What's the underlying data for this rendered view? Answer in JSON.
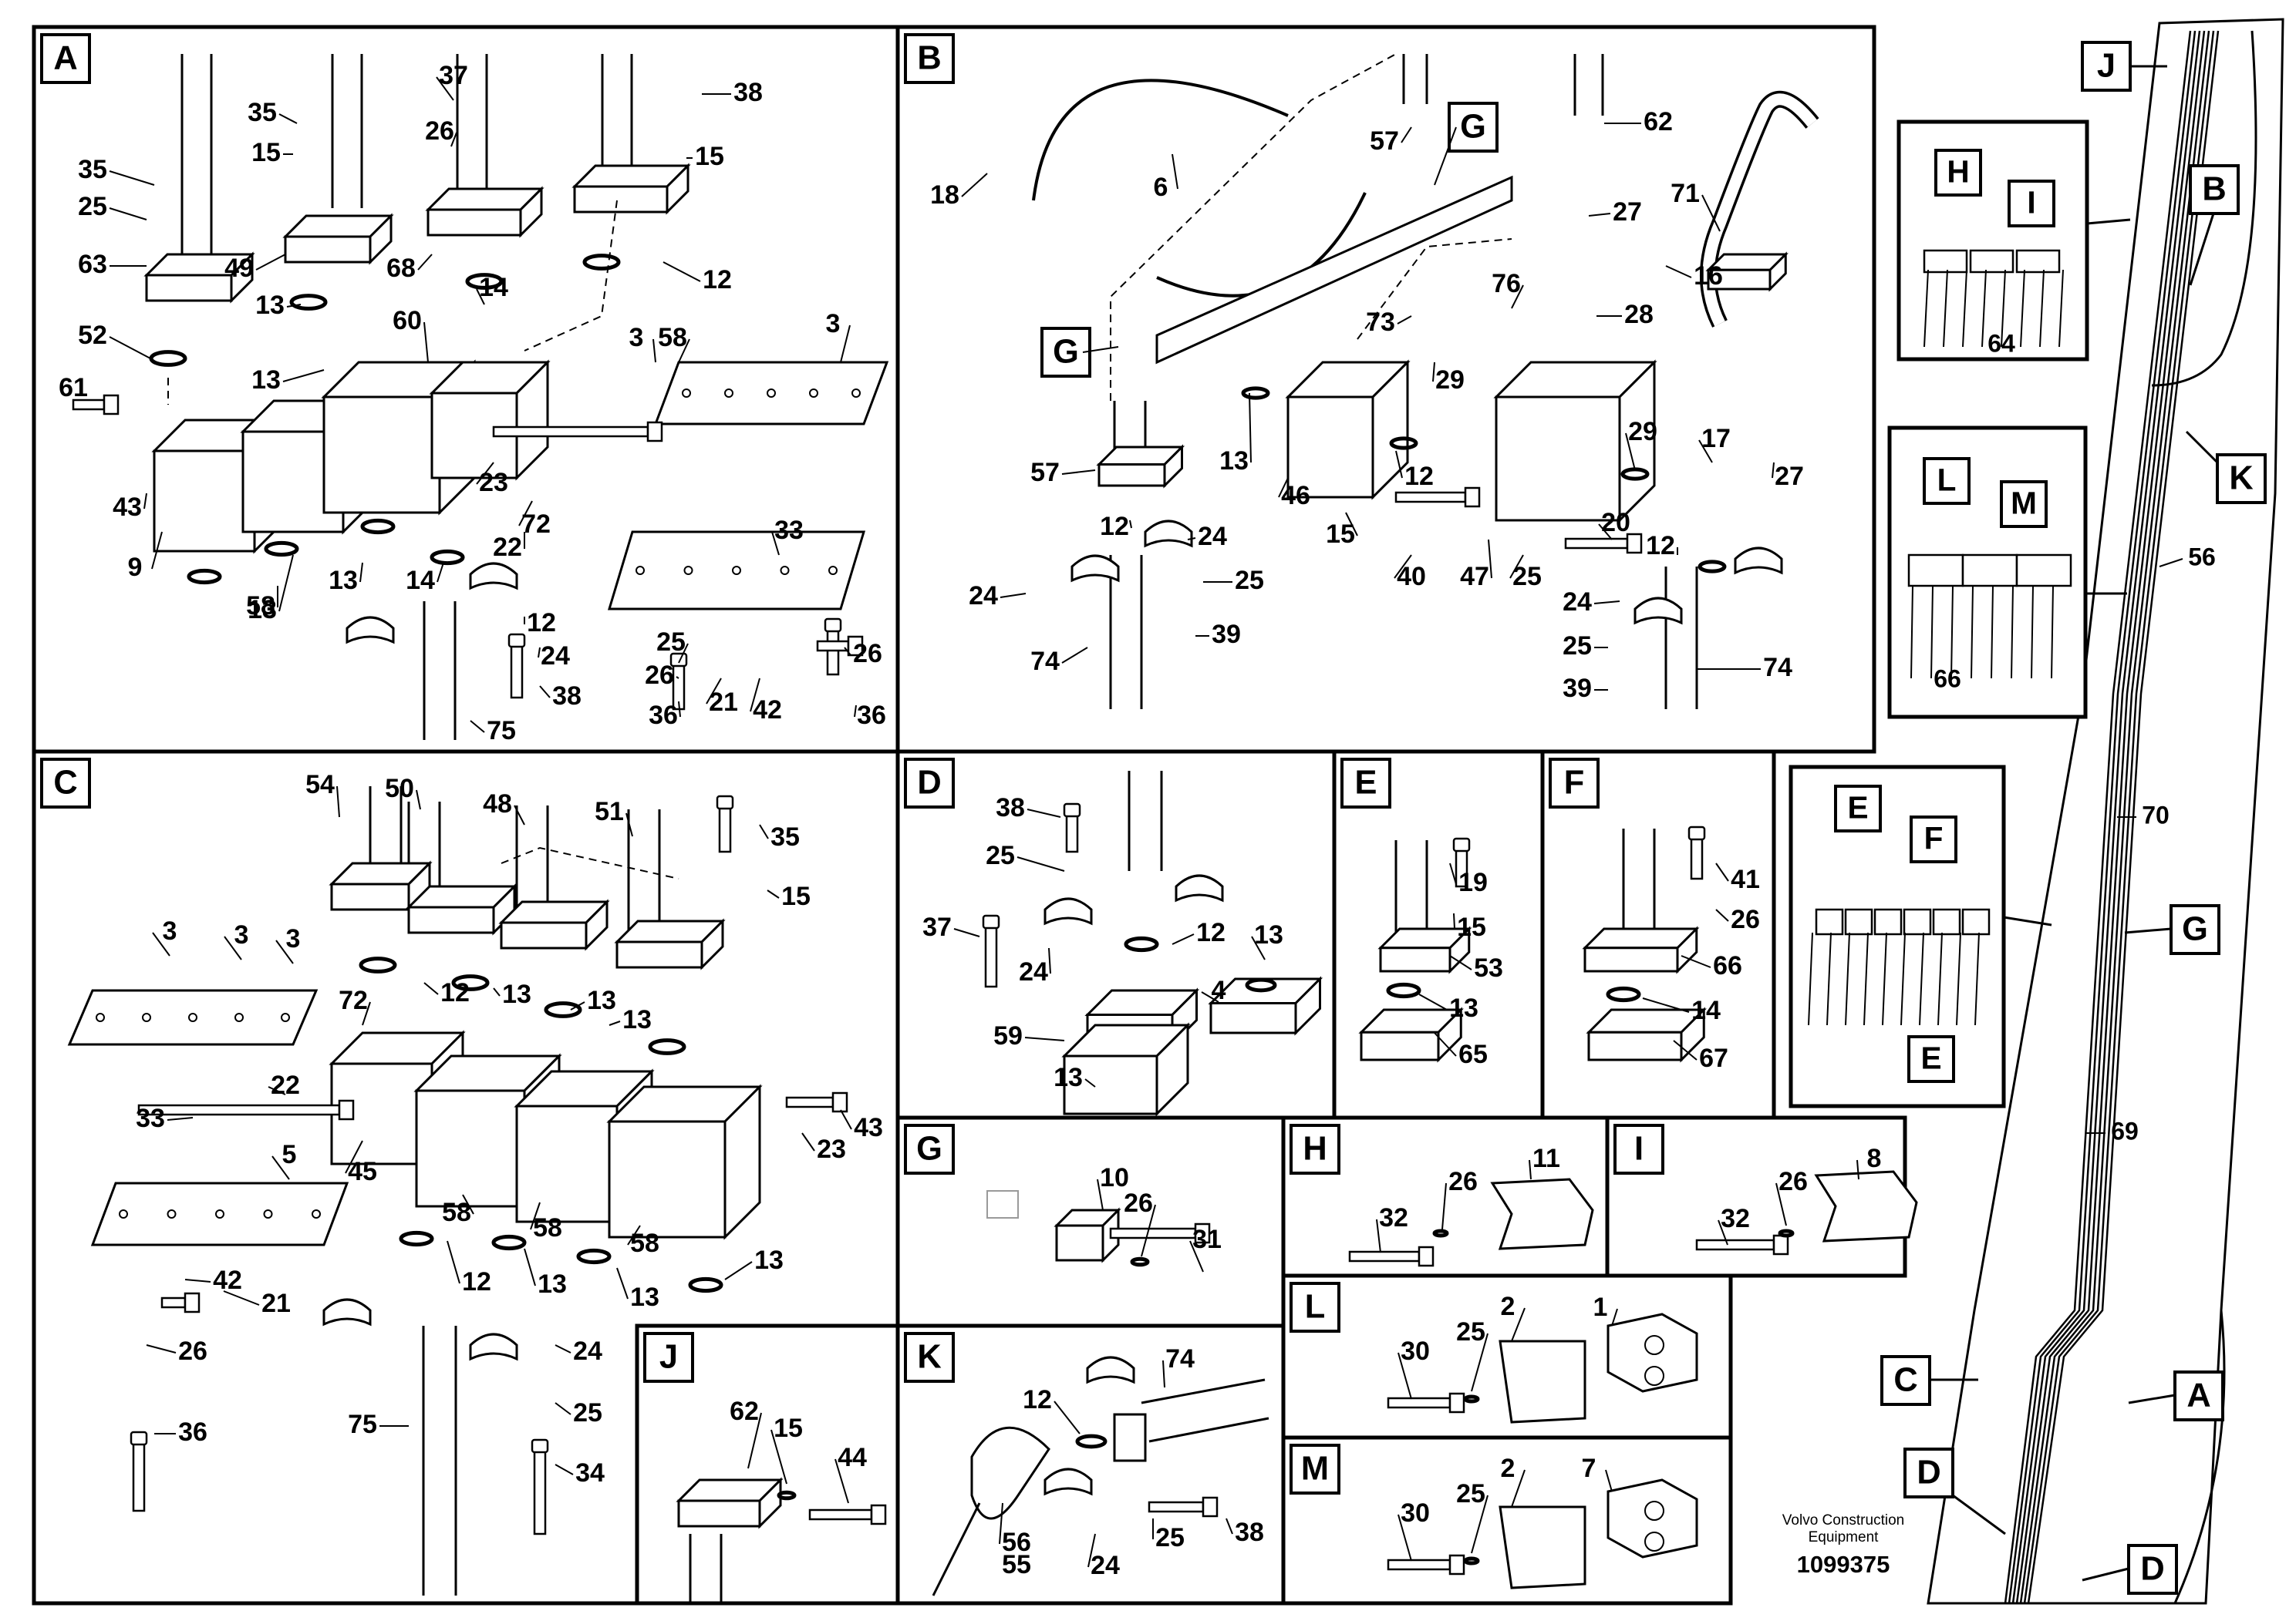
{
  "panels": [
    {
      "letter": "A",
      "labels": [
        "35",
        "37",
        "38",
        "35",
        "26",
        "15",
        "25",
        "15",
        "49",
        "68",
        "63",
        "52",
        "13",
        "14",
        "12",
        "13",
        "60",
        "58",
        "3",
        "3",
        "61",
        "43",
        "23",
        "72",
        "22",
        "33",
        "9",
        "58",
        "13",
        "13",
        "14",
        "12",
        "24",
        "25",
        "26",
        "26",
        "38",
        "21",
        "42",
        "36",
        "36",
        "75"
      ]
    },
    {
      "letter": "B",
      "labels": [
        "57",
        "62",
        "18",
        "6",
        "G",
        "27",
        "71",
        "16",
        "G",
        "76",
        "28",
        "73",
        "29",
        "13",
        "12",
        "29",
        "17",
        "27",
        "57",
        "46",
        "12",
        "15",
        "40",
        "47",
        "25",
        "20",
        "12",
        "24",
        "24",
        "25",
        "24",
        "39",
        "74",
        "25",
        "39",
        "74"
      ]
    },
    {
      "letter": "C",
      "labels": [
        "54",
        "50",
        "48",
        "51",
        "35",
        "15",
        "3",
        "3",
        "3",
        "12",
        "72",
        "13",
        "13",
        "22",
        "13",
        "33",
        "43",
        "23",
        "45",
        "5",
        "58",
        "58",
        "58",
        "12",
        "13",
        "13",
        "13",
        "42",
        "21",
        "26",
        "24",
        "75",
        "25",
        "34",
        "36"
      ]
    },
    {
      "letter": "D",
      "labels": [
        "38",
        "25",
        "12",
        "37",
        "24",
        "13",
        "4",
        "59",
        "13"
      ]
    },
    {
      "letter": "E",
      "labels": [
        "19",
        "15",
        "53",
        "13",
        "65"
      ]
    },
    {
      "letter": "F",
      "labels": [
        "41",
        "26",
        "66",
        "14",
        "67"
      ]
    },
    {
      "letter": "G",
      "labels": [
        "10",
        "26",
        "31"
      ]
    },
    {
      "letter": "H",
      "labels": [
        "32",
        "26",
        "11"
      ]
    },
    {
      "letter": "I",
      "labels": [
        "32",
        "26",
        "8"
      ]
    },
    {
      "letter": "J",
      "labels": [
        "62",
        "15",
        "44"
      ]
    },
    {
      "letter": "K",
      "labels": [
        "74",
        "12",
        "56",
        "55",
        "24",
        "25",
        "38"
      ]
    },
    {
      "letter": "L",
      "labels": [
        "30",
        "25",
        "2",
        "1"
      ]
    },
    {
      "letter": "M",
      "labels": [
        "30",
        "25",
        "2",
        "7"
      ]
    }
  ],
  "overview": {
    "callouts": [
      "J",
      "B",
      "K",
      "C",
      "A",
      "D",
      "D",
      "G"
    ],
    "detail_labels": [
      "H",
      "I",
      "64",
      "L",
      "M",
      "66",
      "E",
      "F",
      "E"
    ],
    "part_numbers": [
      "56",
      "70",
      "69"
    ]
  },
  "footer": {
    "brand_line1": "Volvo Construction",
    "brand_line2": "Equipment",
    "drawing_number": "1099375"
  },
  "colors": {
    "ink": "#000000",
    "paper": "#ffffff",
    "ghost": "#9a9a9a"
  }
}
